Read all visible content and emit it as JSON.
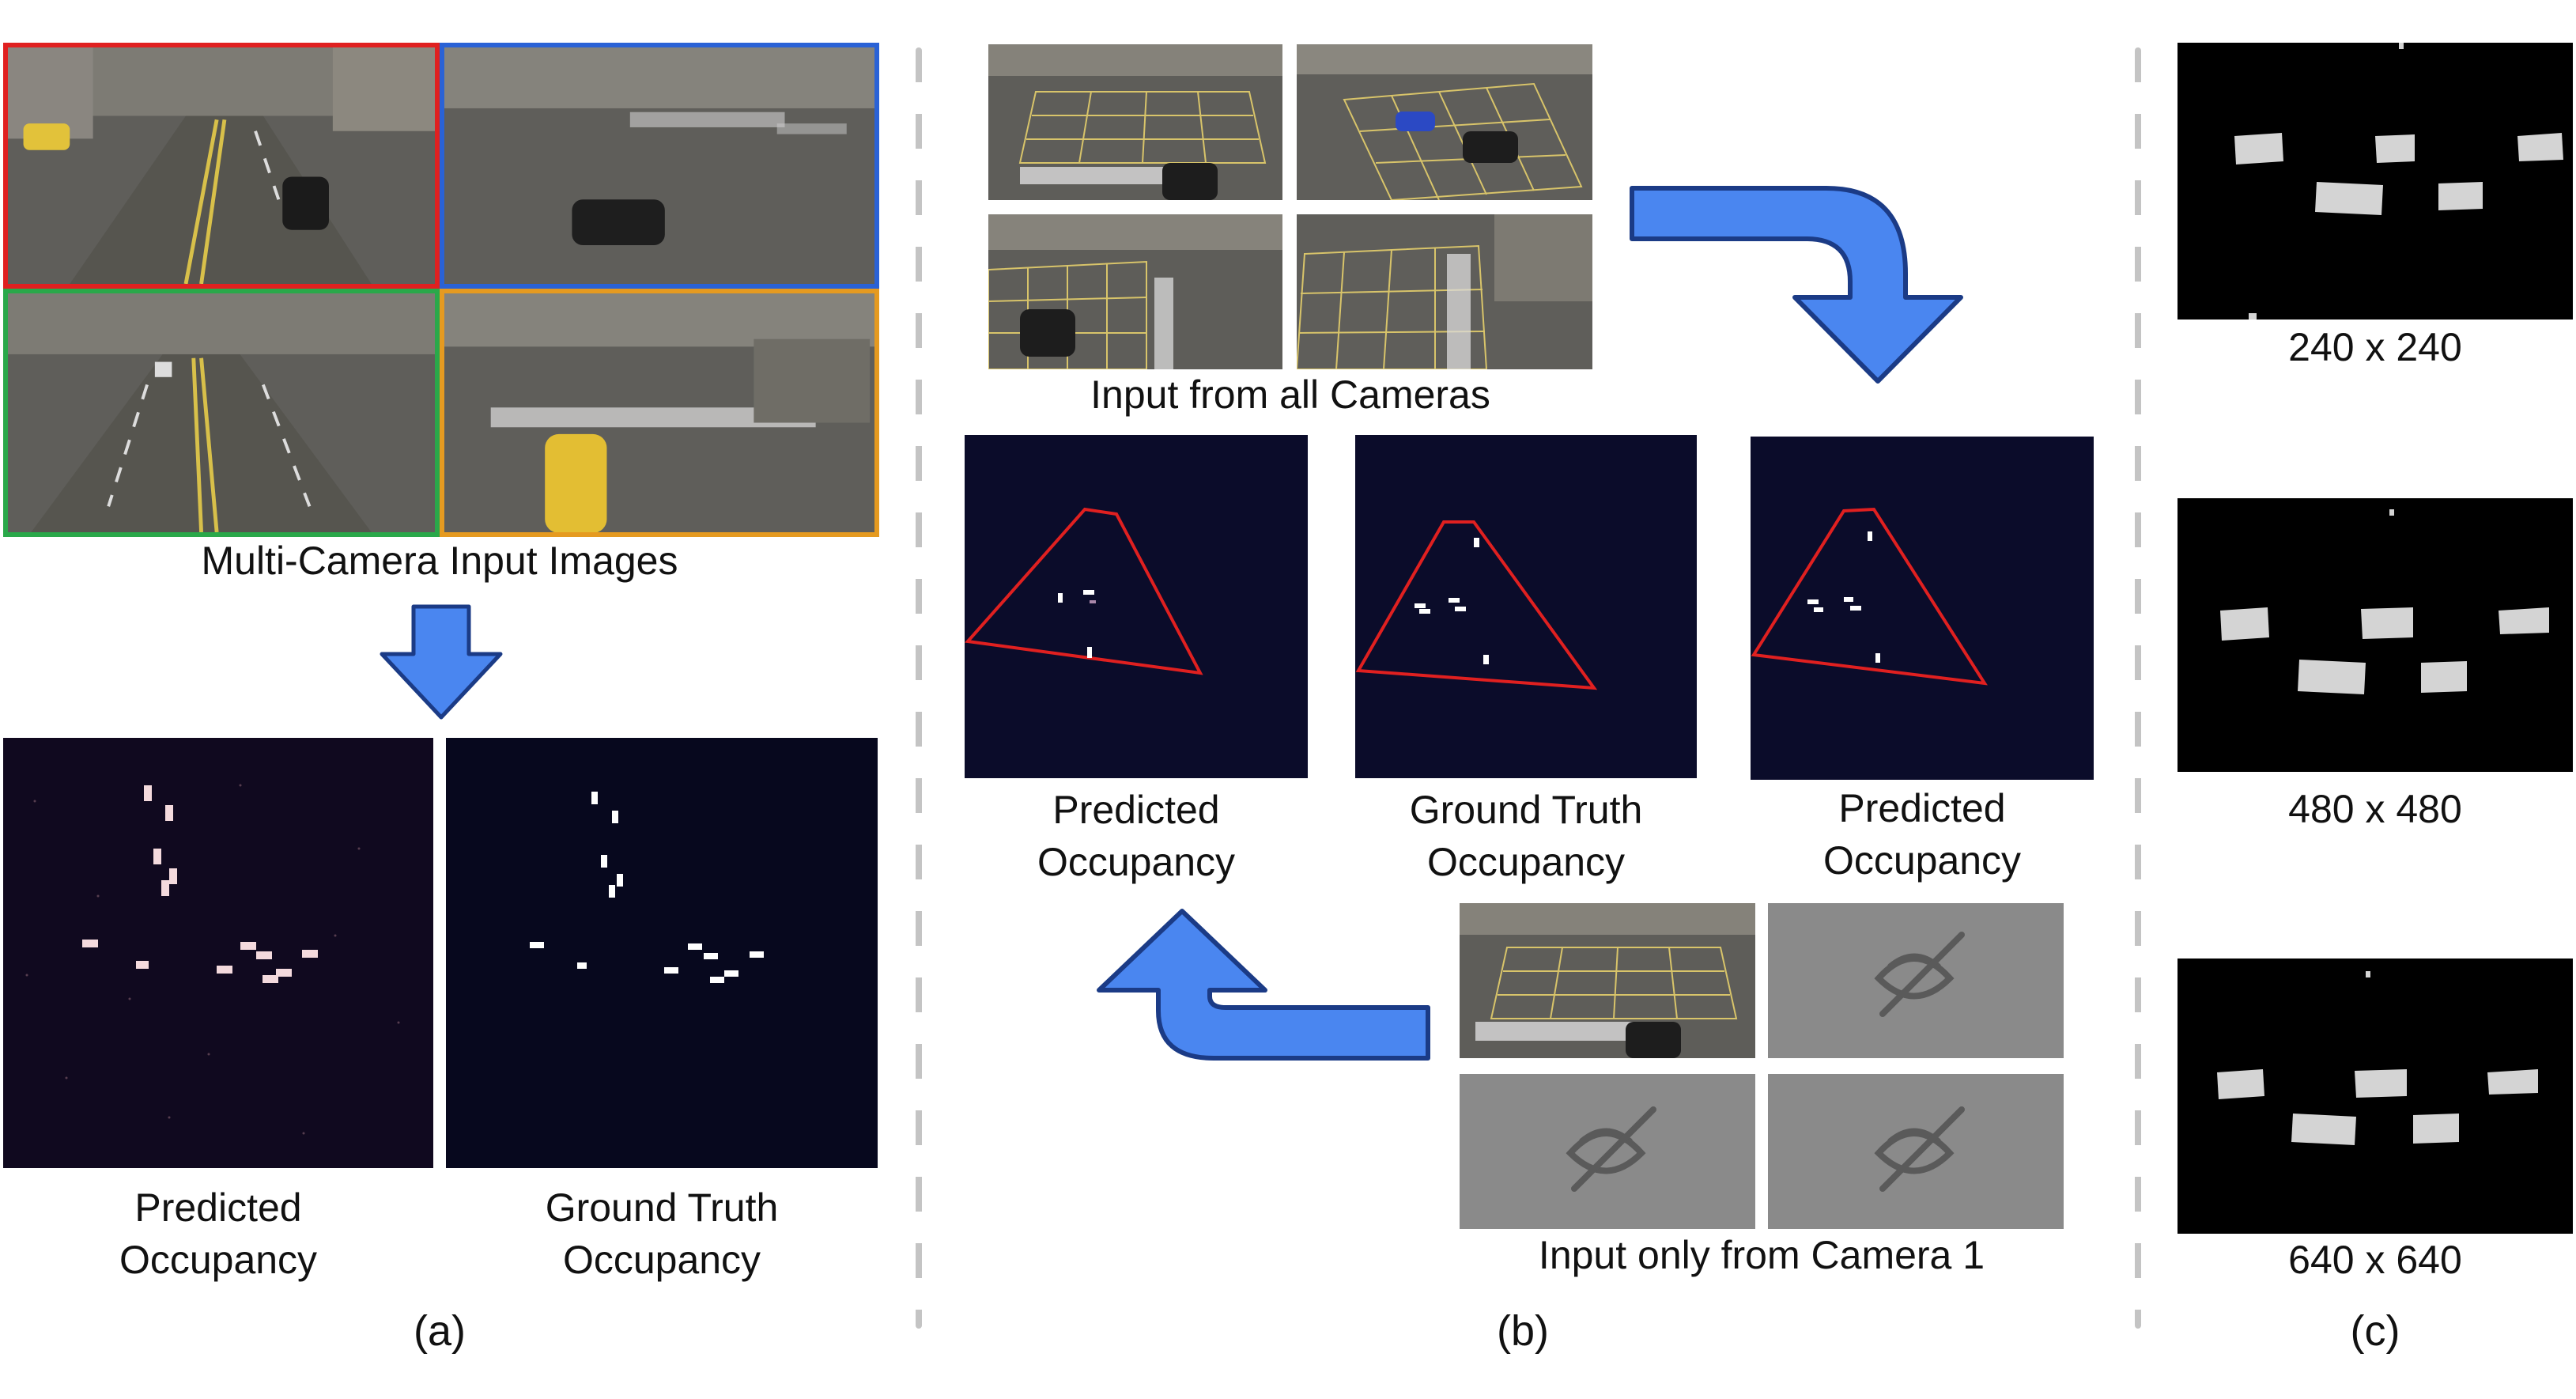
{
  "panel_a": {
    "caption": "Multi-Camera Input Images",
    "predicted_label": "Predicted\nOccupancy",
    "ground_truth_label": "Ground Truth\nOccupancy",
    "letter": "(a)",
    "camera_border_colors": [
      "#e02020",
      "#2a62d6",
      "#2aa84a",
      "#e59a20"
    ]
  },
  "panel_b": {
    "all_cameras_caption": "Input from all Cameras",
    "predicted_label_1": "Predicted\nOccupancy",
    "ground_truth_label": "Ground Truth\nOccupancy",
    "predicted_label_2": "Predicted\nOccupancy",
    "camera1_caption": "Input only from Camera 1",
    "hidden_camera_icon": "eye-slash-icon",
    "letter": "(b)"
  },
  "panel_c": {
    "resolutions": [
      "240 x 240",
      "480 x 480",
      "640 x 640"
    ],
    "letter": "(c)"
  },
  "colors": {
    "arrow_fill": "#4a86f0",
    "arrow_stroke": "#1b3b86",
    "fov_outline": "#e02020",
    "occupancy_bg": "#0b0c2a"
  }
}
